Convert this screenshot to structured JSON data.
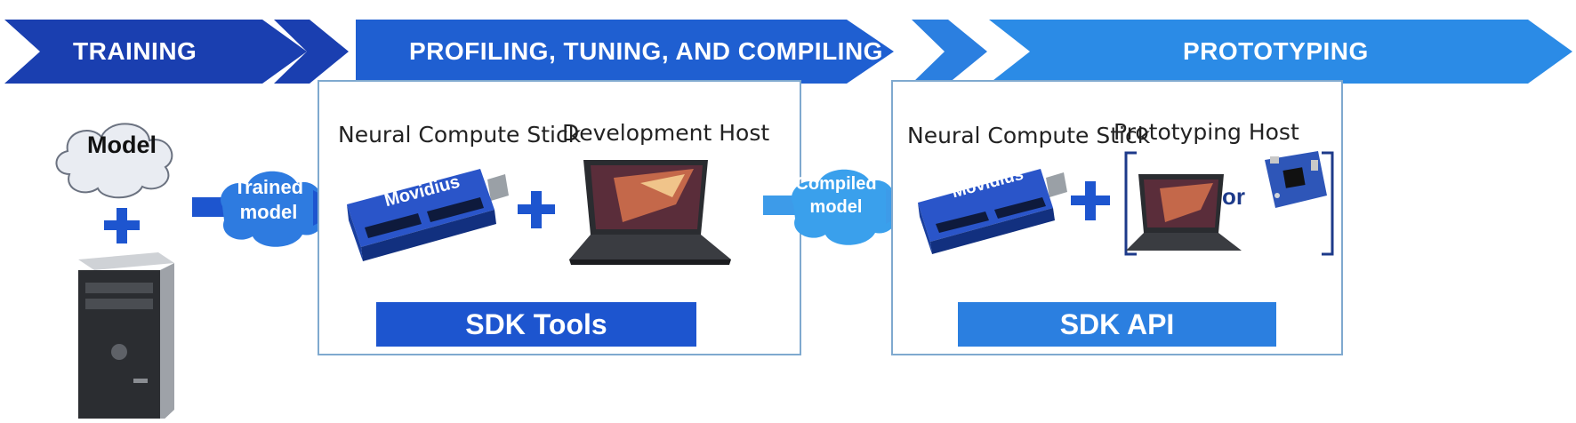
{
  "stages": [
    {
      "label": "TRAINING"
    },
    {
      "label": "PROFILING, TUNING, AND COMPILING"
    },
    {
      "label": "PROTOTYPING"
    }
  ],
  "training": {
    "cloud": "Model",
    "plus": "+"
  },
  "arrows": {
    "trained_line1": "Trained",
    "trained_line2": "model",
    "compiled_line1": "Compiled",
    "compiled_line2": "model"
  },
  "profiling": {
    "device_label": "Neural Compute Stick",
    "host_label": "Development Host",
    "stick_brand": "Movidius",
    "plus": "+",
    "tools_label": "SDK Tools"
  },
  "prototyping": {
    "device_label": "Neural Compute Stick",
    "host_label": "Prototyping Host",
    "stick_brand": "Movidius",
    "plus": "+",
    "or_label": "or",
    "api_label": "SDK API"
  },
  "colors": {
    "dark_blue": "#1a3fb0",
    "mid_blue": "#1f5fd1",
    "light_blue": "#2b8be6",
    "panel_border": "#7fa9cf",
    "bar_blue": "#1d55cf",
    "cloud_fill": "#e9ecf2"
  }
}
